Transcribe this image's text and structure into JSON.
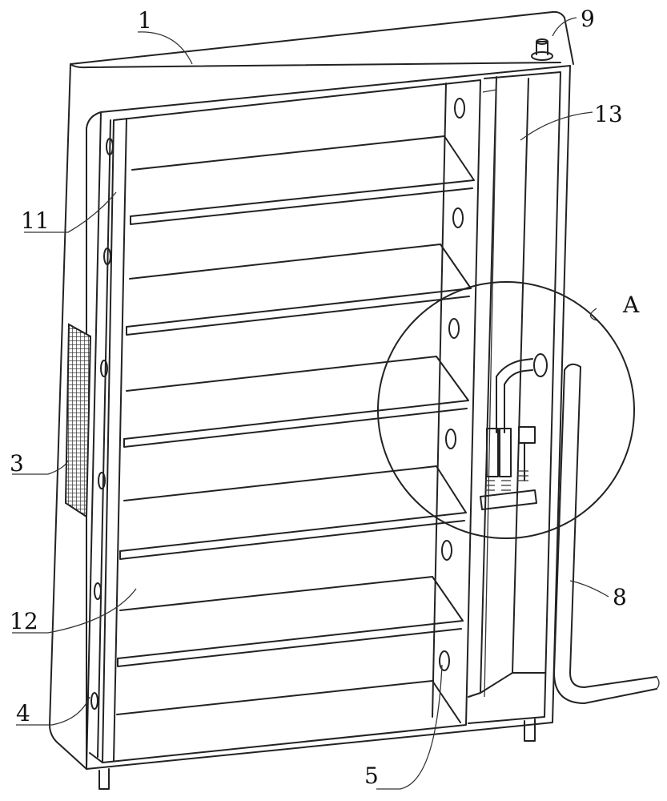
{
  "figure": {
    "labels": {
      "l1": "1",
      "l3": "3",
      "l4": "4",
      "l5": "5",
      "l8": "8",
      "l9": "9",
      "l11": "11",
      "l12": "12",
      "l13": "13",
      "lA": "A"
    }
  }
}
